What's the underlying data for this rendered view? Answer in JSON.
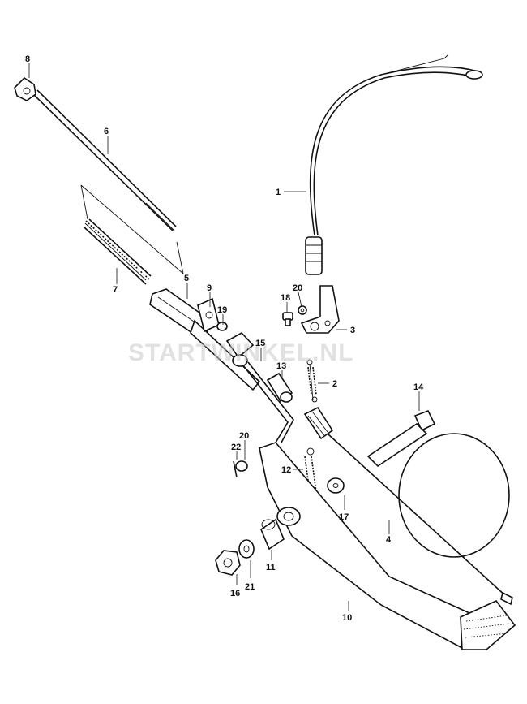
{
  "watermark": "STARTWINKEL.NL",
  "callouts": [
    "1",
    "2",
    "3",
    "4",
    "5",
    "6",
    "7",
    "8",
    "9",
    "10",
    "11",
    "12",
    "13",
    "14",
    "15",
    "16",
    "17",
    "18",
    "19",
    "20",
    "20",
    "21",
    "22"
  ]
}
